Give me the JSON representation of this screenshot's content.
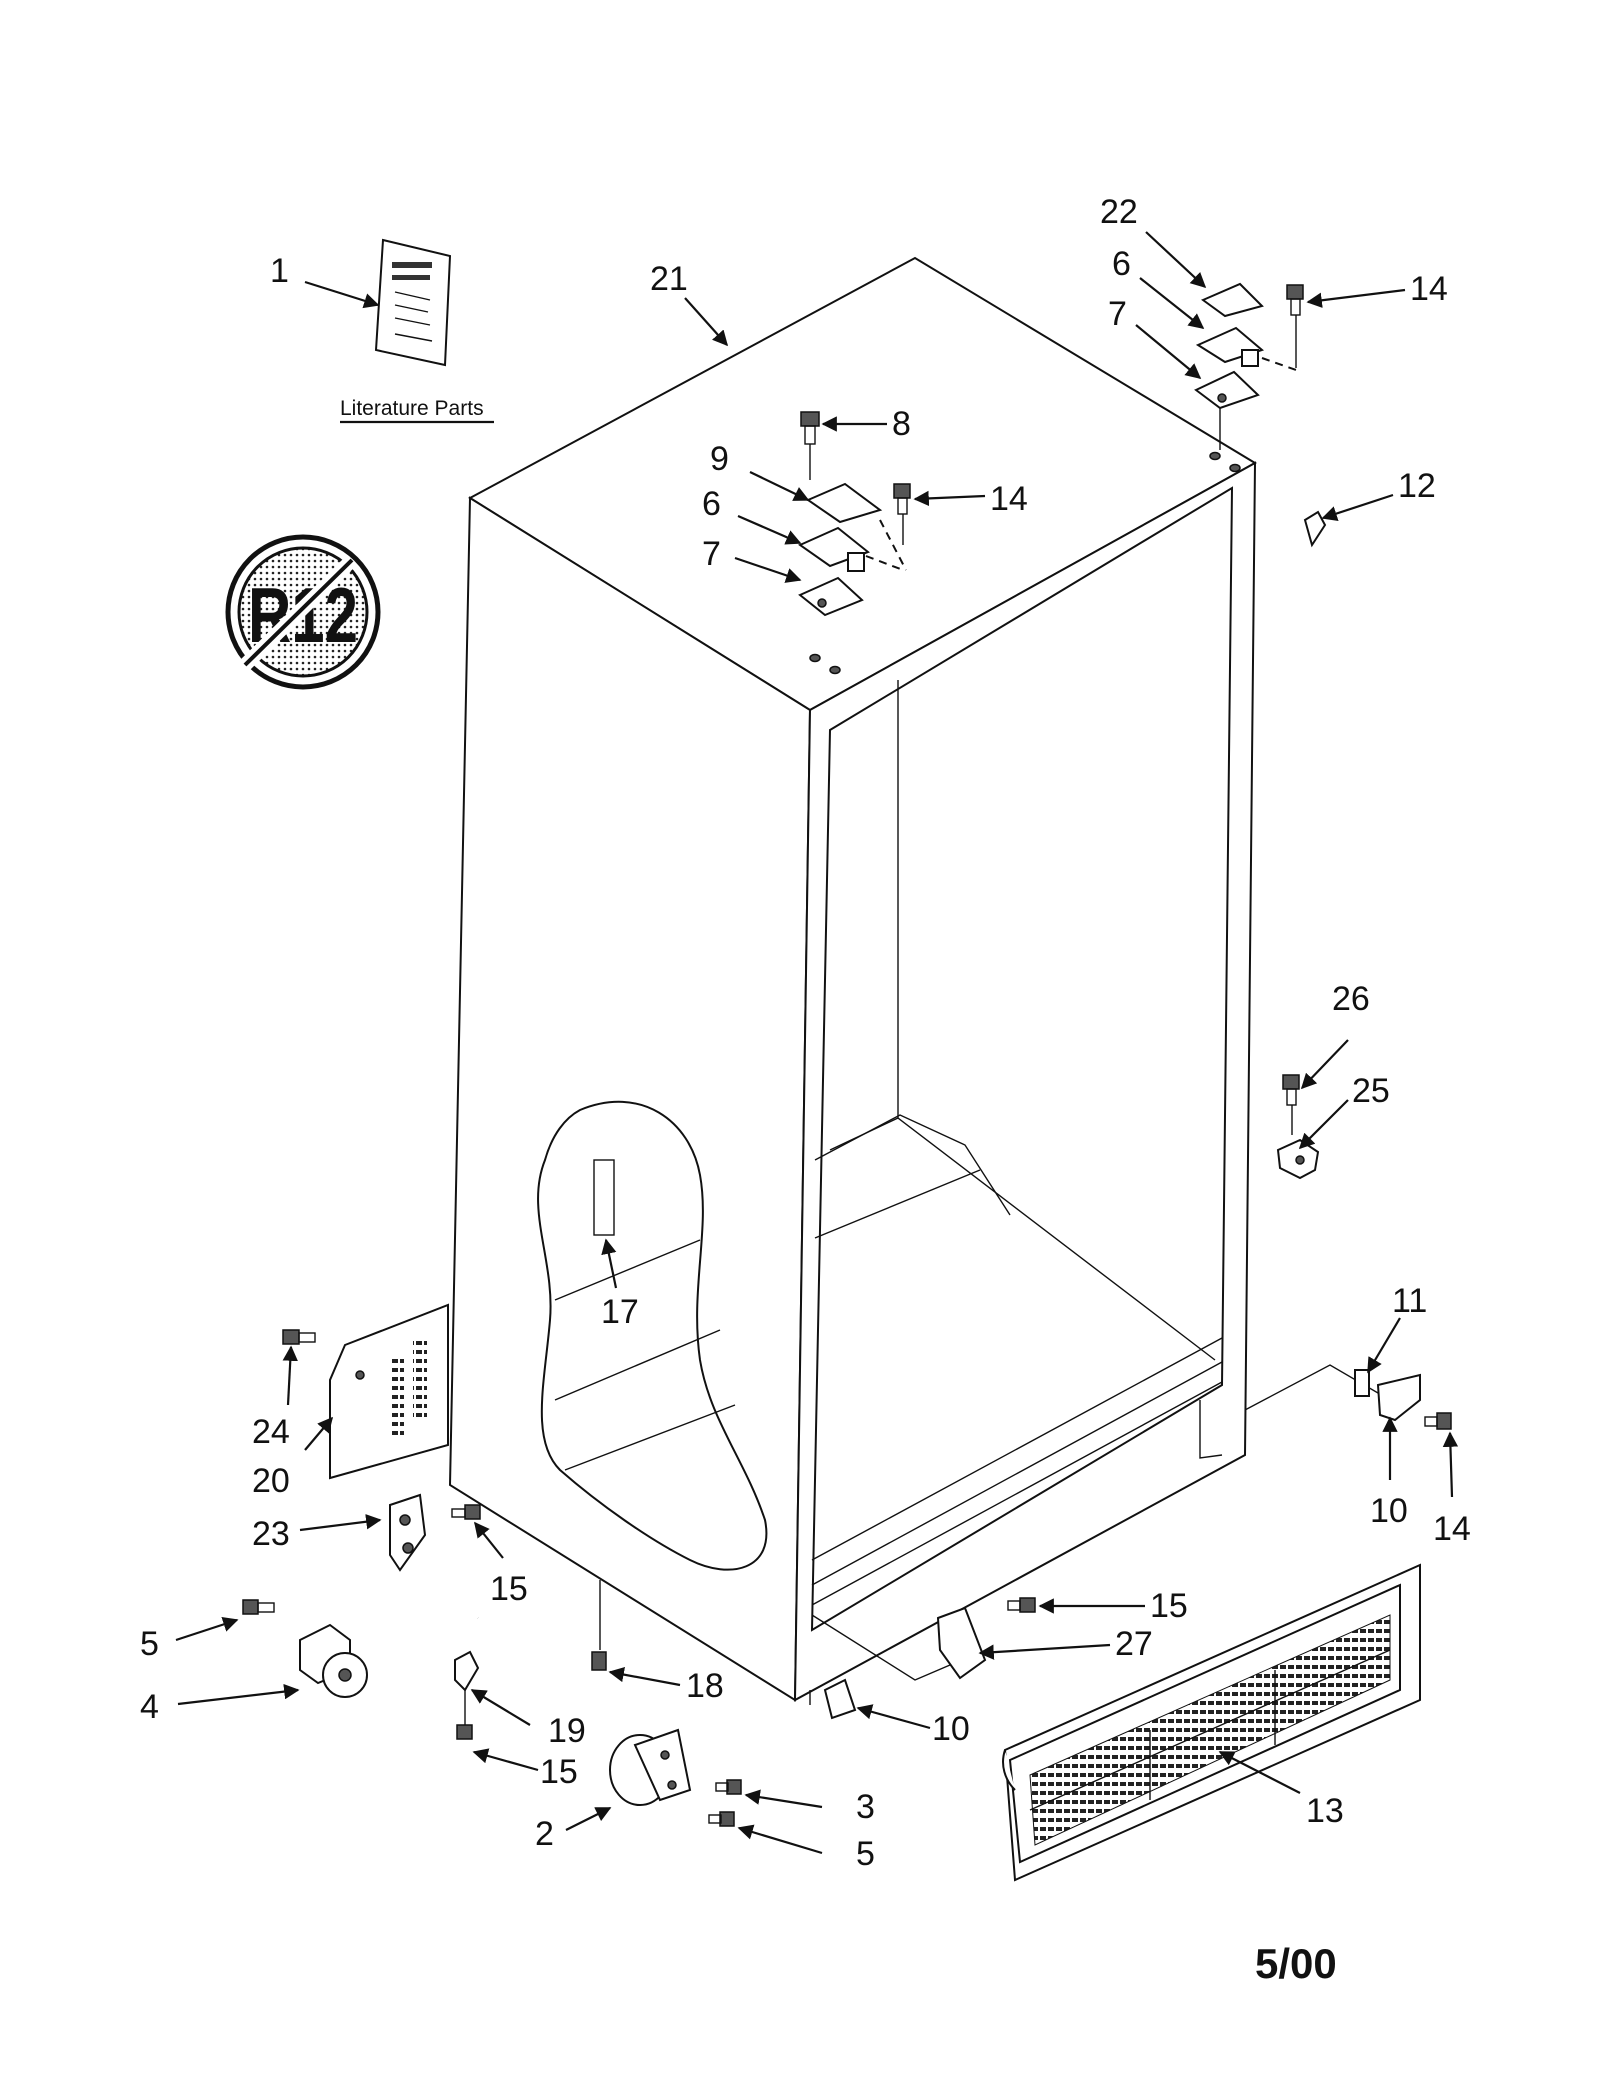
{
  "diagram": {
    "literature_label": "Literature Parts",
    "refrigerant_logo_text": "R12",
    "date_code": "5/00",
    "callouts": [
      "1",
      "21",
      "22",
      "6",
      "7",
      "14",
      "8",
      "9",
      "6",
      "14",
      "7",
      "12",
      "26",
      "25",
      "17",
      "11",
      "24",
      "20",
      "10",
      "14",
      "23",
      "15",
      "15",
      "5",
      "27",
      "4",
      "18",
      "19",
      "10",
      "15",
      "3",
      "13",
      "2",
      "5"
    ]
  }
}
